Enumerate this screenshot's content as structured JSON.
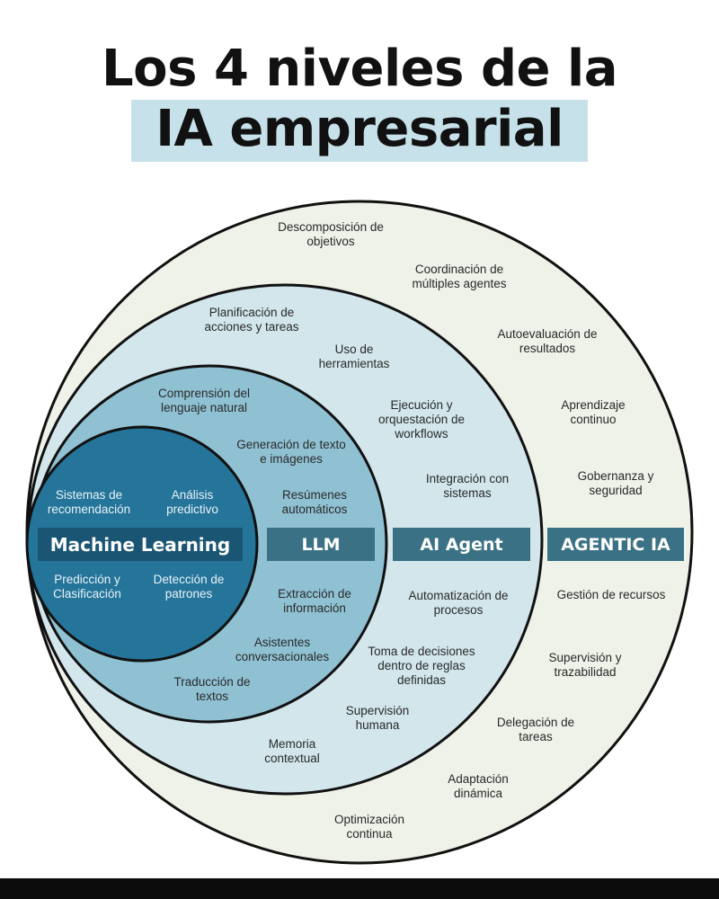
{
  "title": {
    "line1": "Los 4 niveles de la",
    "line2": "IA empresarial"
  },
  "colors": {
    "highlight": "#c6e1e9",
    "ring_agentic": "#eef2e9",
    "ring_agent": "#d2e6ec",
    "ring_llm": "#8fc1d3",
    "ring_ml": "#25749a",
    "band_ml": "#1a5674",
    "band": "#3a7184",
    "outline": "#111111"
  },
  "levels": {
    "ml": "Machine Learning",
    "llm": "LLM",
    "agent": "AI Agent",
    "agentic": "AGENTIC IA"
  },
  "ml_items": {
    "a": "Sistemas de recomendación",
    "b": "Análisis predictivo",
    "c": "Predicción y Clasificación",
    "d": "Detección de patrones"
  },
  "llm_items": {
    "a": "Comprensión del lenguaje natural",
    "b": "Generación de texto e imágenes",
    "c": "Resúmenes automáticos",
    "d": "Extracción de información",
    "e": "Asistentes conversacionales",
    "f": "Traducción de textos"
  },
  "agent_items": {
    "a": "Planificación de acciones y tareas",
    "b": "Uso de herramientas",
    "c": "Ejecución y orquestación de workflows",
    "d": "Integración con sistemas",
    "e": "Automatización de procesos",
    "f": "Toma de decisiones dentro de reglas definidas",
    "g": "Supervisión humana",
    "h": "Memoria contextual"
  },
  "agentic_items": {
    "a": "Descomposición de objetivos",
    "b": "Coordinación de múltiples agentes",
    "c": "Autoevaluación de resultados",
    "d": "Aprendizaje continuo",
    "e": "Gobernanza y seguridad",
    "f": "Gestión de recursos",
    "g": "Supervisión y trazabilidad",
    "h": "Delegación de tareas",
    "i": "Adaptación dinámica",
    "j": "Optimización continua"
  }
}
